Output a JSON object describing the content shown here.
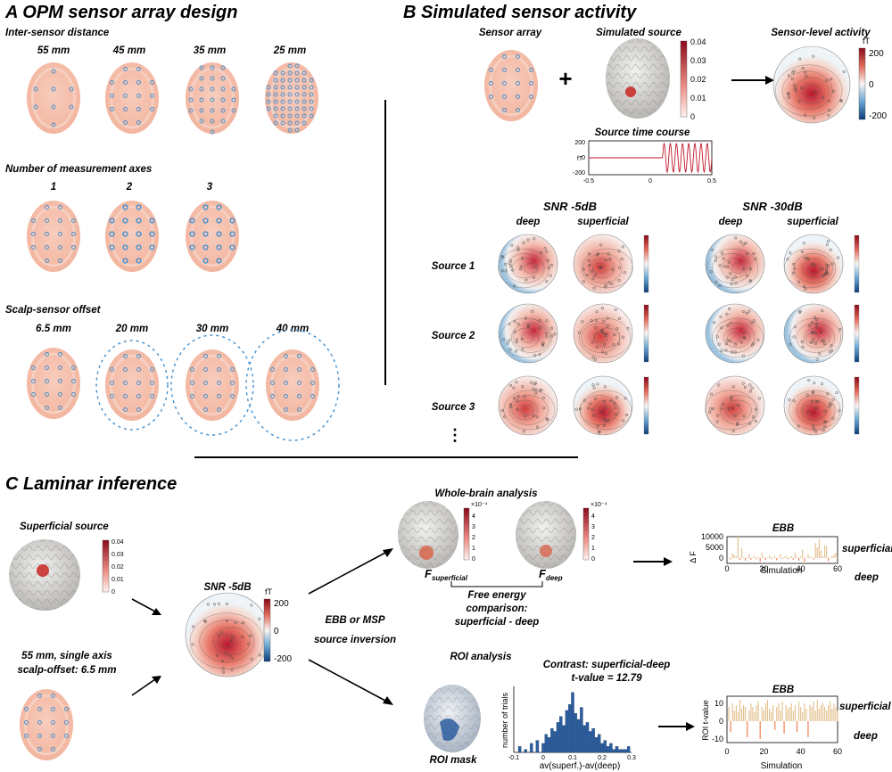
{
  "panelA": {
    "title": "A OPM sensor array design",
    "rows": [
      {
        "label": "Inter-sensor distance",
        "cols": [
          "55 mm",
          "45 mm",
          "35 mm",
          "25 mm"
        ]
      },
      {
        "label": "Number of measurement axes",
        "cols": [
          "1",
          "2",
          "3"
        ]
      },
      {
        "label": "Scalp-sensor offset",
        "cols": [
          "6.5 mm",
          "20 mm",
          "30 mm",
          "40 mm"
        ]
      }
    ]
  },
  "panelB": {
    "title": "B Simulated sensor activity",
    "sensor_array": "Sensor array",
    "simulated_source": "Simulated source",
    "sensor_level": "Sensor-level activity",
    "time_course": "Source time course",
    "source_cbar_ticks": [
      "0.04",
      "0.03",
      "0.02",
      "0.01",
      "0"
    ],
    "sensor_cbar_unit": "fT",
    "sensor_cbar_ticks": [
      "200",
      "0",
      "-200"
    ],
    "tc_unit": "fT",
    "tc_yticks": [
      "200",
      "0",
      "-200"
    ],
    "tc_xticks": [
      "-0.5",
      "0",
      "0.5"
    ],
    "snr5": "SNR -5dB",
    "snr30": "SNR -30dB",
    "deep": "deep",
    "superficial": "superficial",
    "sources": [
      "Source 1",
      "Source 2",
      "Source 3"
    ],
    "ellipsis": "⋮",
    "plus": "+"
  },
  "panelC": {
    "title": "C Laminar inference",
    "superficial_source": "Superficial source",
    "src_cbar_ticks": [
      "0.04",
      "0.03",
      "0.02",
      "0.01",
      "0"
    ],
    "array_desc_1": "55 mm, single axis",
    "array_desc_2": "scalp-offset: 6.5 mm",
    "snr": "SNR -5dB",
    "snr_unit": "fT",
    "snr_ticks": [
      "200",
      "0",
      "-200"
    ],
    "inversion_1": "EBB or MSP",
    "inversion_2": "source inversion",
    "whole_brain": "Whole-brain analysis",
    "wb_exp": "×10⁻⁴",
    "wb_ticks": [
      "4",
      "3",
      "2",
      "1",
      "0"
    ],
    "f_sup": "F",
    "f_sup_sub": "superficial",
    "f_deep": "F",
    "f_deep_sub": "deep",
    "free_energy_1": "Free energy",
    "free_energy_2": "comparison:",
    "free_energy_3": "superficial - deep",
    "roi_analysis": "ROI analysis",
    "roi_mask": "ROI mask",
    "contrast": "Contrast: superficial-deep",
    "tvalue": "t-value = 12.79",
    "hist_ylabel": "number of trials",
    "hist_xlabel": "av(superf.)-av(deep)",
    "hist_xticks": [
      "-0.1",
      "0",
      "0.1",
      "0.2",
      "0.3"
    ],
    "ebb1_title": "EBB",
    "ebb1_ylabel": "Δ F",
    "ebb1_yticks": [
      "10000",
      "5000",
      "0"
    ],
    "ebb1_xticks": [
      "0",
      "20",
      "40",
      "60"
    ],
    "ebb1_xlabel": "Simulation",
    "ebb2_title": "EBB",
    "ebb2_ylabel": "ROI t-value",
    "ebb2_yticks": [
      "10",
      "0",
      "-10"
    ],
    "ebb2_xticks": [
      "0",
      "20",
      "40",
      "60"
    ],
    "ebb2_xlabel": "Simulation",
    "superficial": "superficial",
    "deep": "deep"
  },
  "colors": {
    "sup": "#e3c08e",
    "deep": "#f07a45",
    "red": "#b2182b",
    "blue": "#2166ac",
    "hist": "#2c5d9e",
    "head": "#f4b9a3",
    "sensor": "#3f8fd2"
  },
  "chart_data": [
    {
      "type": "bar",
      "title": "EBB",
      "ylabel": "Δ F",
      "xlabel": "Simulation",
      "xlim": [
        0,
        60
      ],
      "ylim": [
        -2500,
        10000
      ],
      "x": [
        1,
        2,
        3,
        4,
        5,
        6,
        7,
        8,
        9,
        10,
        11,
        12,
        13,
        14,
        15,
        16,
        17,
        18,
        19,
        20,
        21,
        22,
        23,
        24,
        25,
        26,
        27,
        28,
        29,
        30,
        31,
        32,
        33,
        34,
        35,
        36,
        37,
        38,
        39,
        40,
        41,
        42,
        43,
        44,
        45,
        46,
        47,
        48,
        49,
        50,
        51,
        52,
        53,
        54,
        55,
        56,
        57,
        58,
        59,
        60
      ],
      "values": [
        300,
        -600,
        2200,
        1500,
        800,
        10000,
        -900,
        4500,
        300,
        -1200,
        400,
        1800,
        -700,
        300,
        900,
        -500,
        600,
        -1600,
        2500,
        400,
        -800,
        300,
        1200,
        -500,
        400,
        700,
        -1000,
        300,
        2000,
        -400,
        500,
        1000,
        -500,
        300,
        800,
        -700,
        2600,
        400,
        -1200,
        900,
        4000,
        -1700,
        300,
        1800,
        700,
        300,
        -600,
        7000,
        5000,
        9000,
        3500,
        800,
        6000,
        5500,
        -1400,
        400,
        900,
        1600,
        2500,
        300
      ],
      "series_colors": {
        "positive": "superficial",
        "negative": "deep"
      }
    },
    {
      "type": "bar",
      "title": "EBB",
      "ylabel": "ROI t-value",
      "xlabel": "Simulation",
      "xlim": [
        0,
        60
      ],
      "ylim": [
        -12,
        14
      ],
      "x": [
        1,
        2,
        3,
        4,
        5,
        6,
        7,
        8,
        9,
        10,
        11,
        12,
        13,
        14,
        15,
        16,
        17,
        18,
        19,
        20,
        21,
        22,
        23,
        24,
        25,
        26,
        27,
        28,
        29,
        30,
        31,
        32,
        33,
        34,
        35,
        36,
        37,
        38,
        39,
        40,
        41,
        42,
        43,
        44,
        45,
        46,
        47,
        48,
        49,
        50,
        51,
        52,
        53,
        54,
        55,
        56,
        57,
        58,
        59,
        60
      ],
      "values": [
        8,
        -6,
        10,
        6,
        9,
        5,
        12,
        7,
        9,
        8,
        -9,
        6,
        10,
        8,
        5,
        9,
        11,
        -10,
        8,
        6,
        10,
        12,
        7,
        5,
        9,
        -5,
        8,
        10,
        6,
        11,
        -7,
        9,
        7,
        8,
        10,
        6,
        9,
        -6,
        11,
        8,
        5,
        10,
        7,
        -9,
        9,
        8,
        11,
        6,
        12,
        7,
        9,
        10,
        8,
        6,
        9,
        11,
        7,
        10,
        8,
        6
      ]
    },
    {
      "type": "bar",
      "title": "",
      "ylabel": "number of trials",
      "xlabel": "av(superf.)-av(deep)",
      "xlim": [
        -0.1,
        0.3
      ],
      "x": [
        -0.08,
        -0.06,
        -0.04,
        -0.02,
        0.0,
        0.01,
        0.02,
        0.03,
        0.04,
        0.05,
        0.06,
        0.07,
        0.08,
        0.09,
        0.1,
        0.11,
        0.12,
        0.13,
        0.14,
        0.15,
        0.16,
        0.17,
        0.18,
        0.19,
        0.2,
        0.21,
        0.22,
        0.23,
        0.24,
        0.25,
        0.26,
        0.27,
        0.28,
        0.29
      ],
      "values": [
        2,
        1,
        3,
        4,
        3,
        6,
        5,
        8,
        7,
        10,
        12,
        9,
        14,
        16,
        20,
        13,
        11,
        15,
        9,
        10,
        7,
        8,
        5,
        6,
        3,
        4,
        2,
        3,
        1,
        2,
        1,
        1,
        1,
        2
      ]
    }
  ]
}
